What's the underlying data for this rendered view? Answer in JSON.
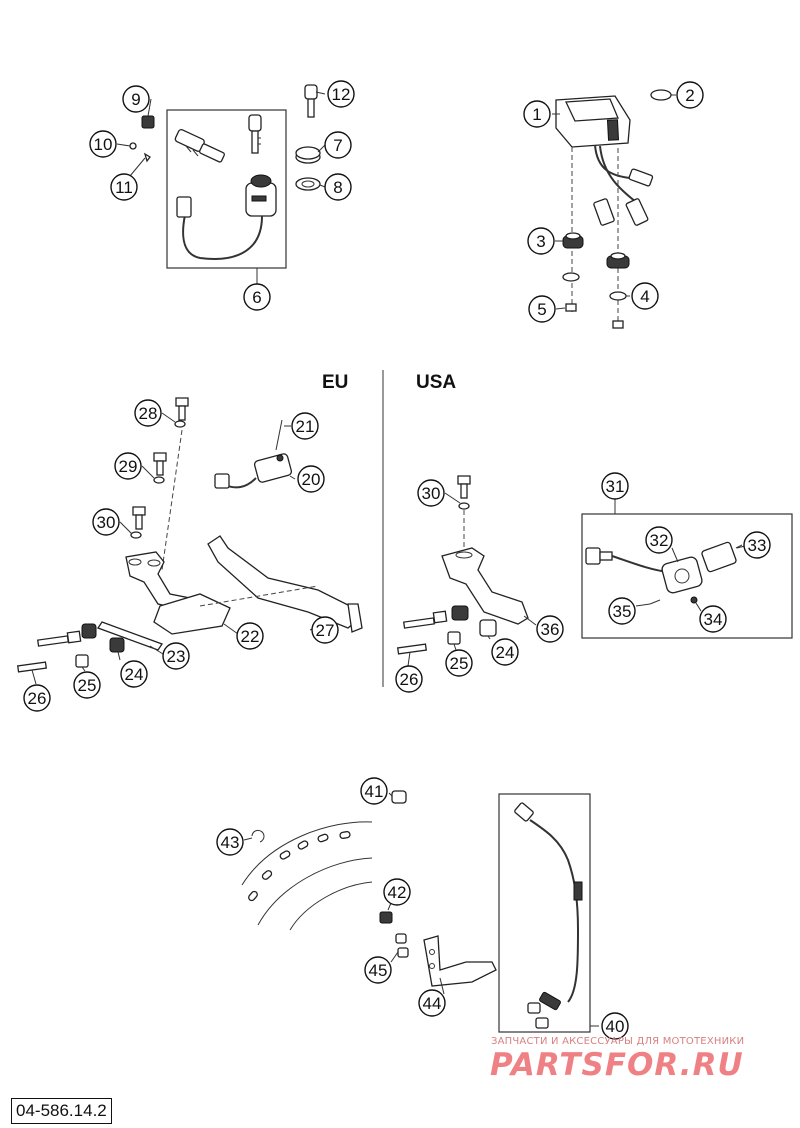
{
  "document": {
    "code": "04-586.14.2"
  },
  "regions": {
    "eu": "EU",
    "usa": "USA"
  },
  "watermark": {
    "tagline": "ЗАПЧАСТИ И АКСЕССУАРЫ ДЛЯ МОТОТЕХНИКИ",
    "logo": "PARTSFOR.RU"
  },
  "callouts": {
    "c1": "1",
    "c2": "2",
    "c3": "3",
    "c4": "4",
    "c5": "5",
    "c6": "6",
    "c7": "7",
    "c8": "8",
    "c9": "9",
    "c10": "10",
    "c11": "11",
    "c12": "12",
    "c20": "20",
    "c21": "21",
    "c22": "22",
    "c23": "23",
    "c24": "24",
    "c25": "25",
    "c26": "26",
    "c27": "27",
    "c28": "28",
    "c29": "29",
    "c30": "30",
    "c24u": "24",
    "c25u": "25",
    "c26u": "26",
    "c30u": "30",
    "c31": "31",
    "c32": "32",
    "c33": "33",
    "c34": "34",
    "c35": "35",
    "c36": "36",
    "c40": "40",
    "c41": "41",
    "c42": "42",
    "c43": "43",
    "c44": "44",
    "c45": "45"
  }
}
